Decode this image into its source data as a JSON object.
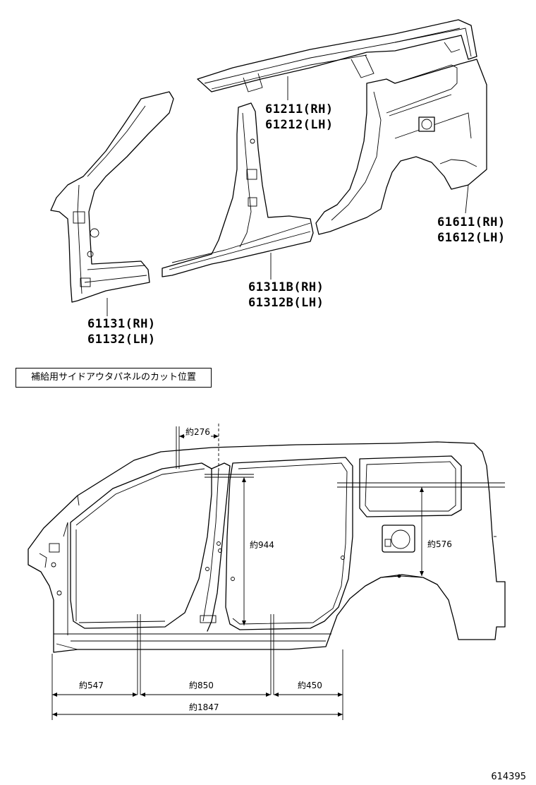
{
  "parts": {
    "roof_side_rail": {
      "rh": "61211(RH)",
      "lh": "61212(LH)"
    },
    "quarter_panel": {
      "rh": "61611(RH)",
      "lh": "61612(LH)"
    },
    "rocker_panel": {
      "rh": "61311B(RH)",
      "lh": "61312B(LH)"
    },
    "front_pillar": {
      "rh": "61131(RH)",
      "lh": "61132(LH)"
    }
  },
  "section_label": "補給用サイドアウタパネルのカット位置",
  "dimensions": {
    "top_cut": "約276",
    "door_height": "約944",
    "rear_height": "約576",
    "front_span": "約547",
    "middle_span": "約850",
    "rear_span": "約450",
    "total_span": "約1847"
  },
  "figure_number": "614395"
}
